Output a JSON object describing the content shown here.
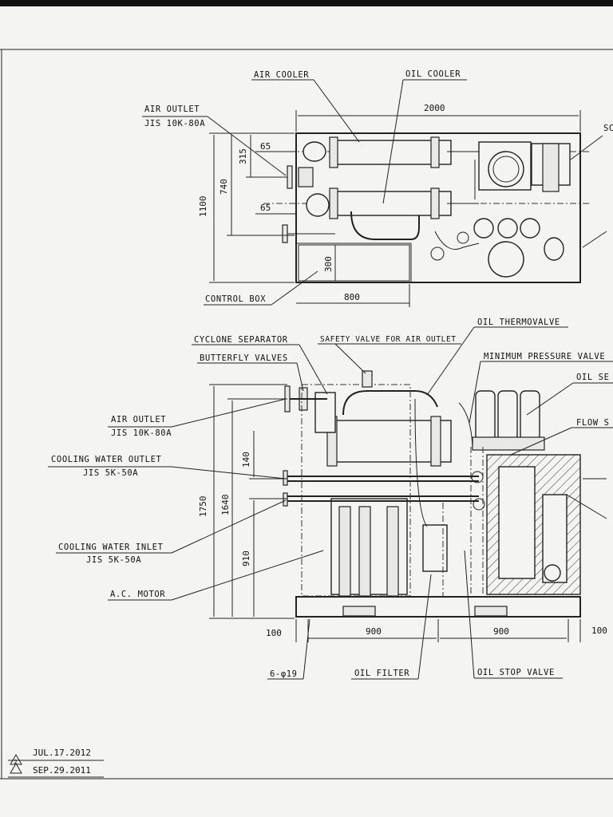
{
  "top_view": {
    "labels": {
      "air_cooler": "AIR COOLER",
      "oil_cooler": "OIL COOLER",
      "air_outlet": "AIR OUTLET",
      "air_outlet_spec": "JIS 10K-80A",
      "control_box": "CONTROL BOX",
      "sc_partial": "SC"
    },
    "dims": {
      "w2000": "2000",
      "h1100": "1100",
      "h740": "740",
      "h315": "315",
      "d65a": "65",
      "d65b": "65",
      "h300": "300",
      "w800": "800"
    }
  },
  "side_view": {
    "labels": {
      "cyclone_separator": "CYCLONE SEPARATOR",
      "butterfly_valves": "BUTTERFLY VALVES",
      "safety_valve": "SAFETY VALVE FOR AIR OUTLET",
      "oil_thermovalve": "OIL THERMOVALVE",
      "minimum_pressure_valve": "MINIMUM PRESSURE VALVE",
      "oil_se_partial": "OIL SE",
      "flow_s_partial": "FLOW S",
      "air_outlet": "AIR OUTLET",
      "air_outlet_spec": "JIS 10K-80A",
      "cooling_water_outlet": "COOLING WATER OUTLET",
      "cooling_water_outlet_spec": "JIS 5K-50A",
      "cooling_water_inlet": "COOLING WATER INLET",
      "cooling_water_inlet_spec": "JIS 5K-50A",
      "ac_motor": "A.C. MOTOR",
      "oil_filter": "OIL FILTER",
      "oil_stop_valve": "OIL STOP VALVE",
      "holes": "6-φ19"
    },
    "dims": {
      "h1750": "1750",
      "h1640": "1640",
      "h140": "140",
      "h910": "910",
      "w100a": "100",
      "w900a": "900",
      "w900b": "900",
      "w100b": "100"
    }
  },
  "revisions": [
    {
      "mark": "2",
      "date": "JUL.17.2012"
    },
    {
      "mark": "",
      "date": "SEP.29.2011"
    }
  ]
}
